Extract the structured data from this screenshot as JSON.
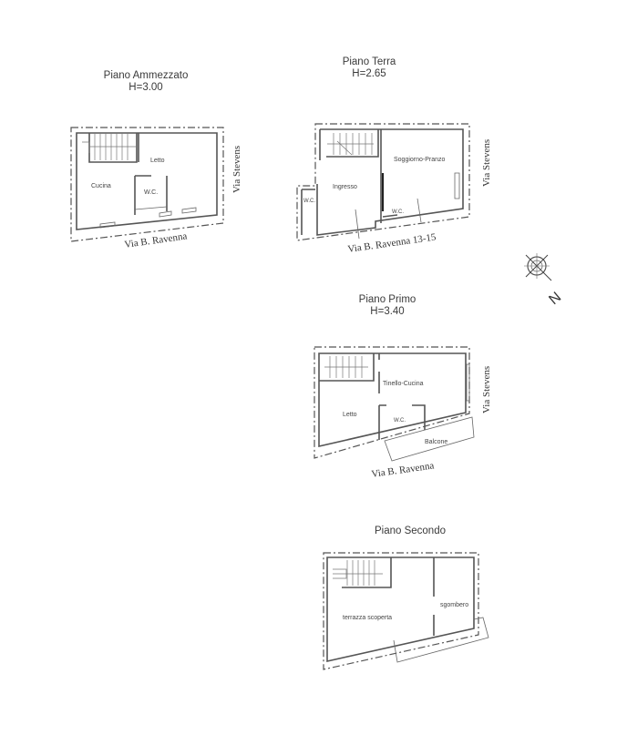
{
  "floors": [
    {
      "title": "Piano Ammezzato",
      "height": "H=3.00",
      "rooms": [
        "Letto",
        "Cucina",
        "W.C."
      ],
      "streets": {
        "side": "Via Stevens",
        "front": "Via B. Ravenna"
      }
    },
    {
      "title": "Piano Terra",
      "height": "H=2.65",
      "rooms": [
        "Soggiorno-Pranzo",
        "Ingresso",
        "W.C.",
        "W.C."
      ],
      "streets": {
        "side": "Via Stevens",
        "front": "Via B. Ravenna 13-15"
      }
    },
    {
      "title": "Piano Primo",
      "height": "H=3.40",
      "rooms": [
        "Tinello-Cucina",
        "Letto",
        "W.C.",
        "Balcone"
      ],
      "streets": {
        "side": "Via Stevens",
        "front": "Via B. Ravenna"
      }
    },
    {
      "title": "Piano Secondo",
      "height": "",
      "rooms": [
        "terrazza scoperta",
        "sgombero"
      ],
      "streets": {}
    }
  ],
  "compass": {
    "icon": "compass-rose-icon",
    "label": "N"
  }
}
